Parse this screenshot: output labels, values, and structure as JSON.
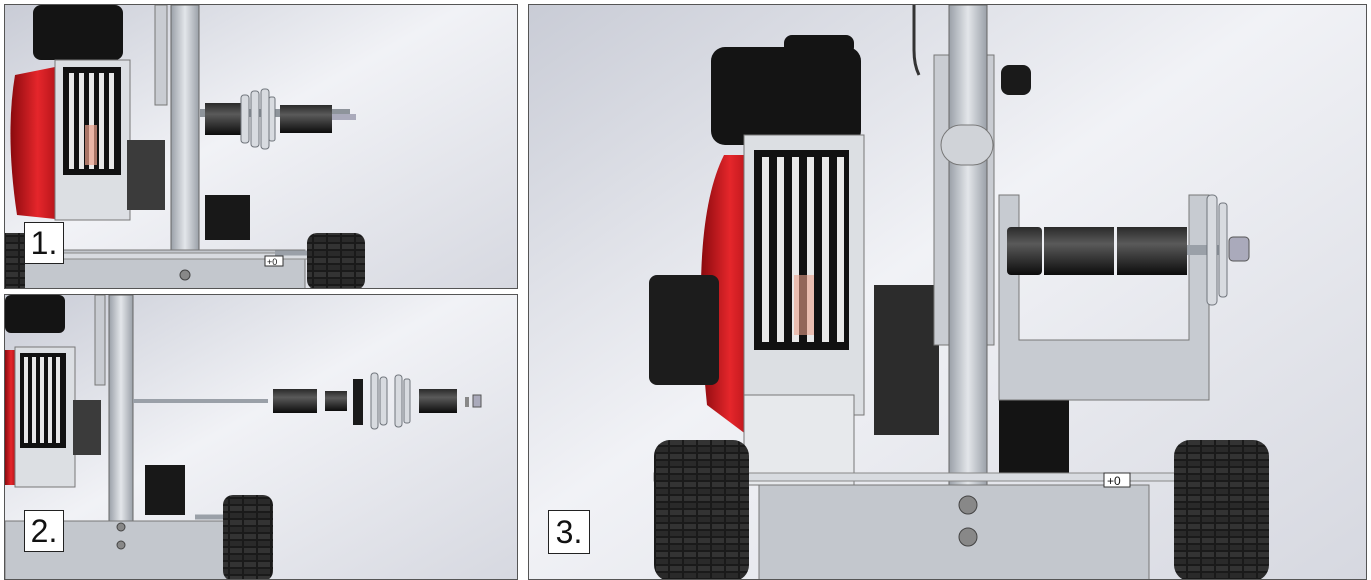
{
  "steps": [
    {
      "id": "step1",
      "label": "1."
    },
    {
      "id": "step2",
      "label": "2."
    },
    {
      "id": "step3",
      "label": "3."
    }
  ],
  "indicator_text": "+0",
  "colors": {
    "background_gradient_light": "#f4f5f8",
    "background_gradient_dark": "#c9ccd6",
    "engine_red": "#d9151b",
    "black_part": "#141414",
    "aluminum": "#b8bcc4",
    "frame_border": "#555555"
  }
}
